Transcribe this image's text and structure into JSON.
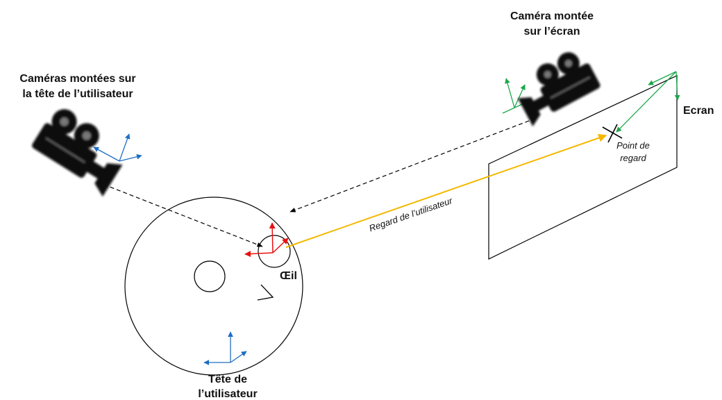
{
  "labels": {
    "head_cameras_line1": "Caméras montées sur",
    "head_cameras_line2": "la tête de l’utilisateur",
    "screen_camera_line1": "Caméra montée",
    "screen_camera_line2": "sur l’écran",
    "screen": "Ecran",
    "gaze_point_line1": "Point de",
    "gaze_point_line2": "regard",
    "user_gaze": "Regard de l’utilisateur",
    "eye": "Œil",
    "head_line1": "Tête de",
    "head_line2": "l’utilisateur"
  },
  "colors": {
    "gaze": "#f5b800",
    "screen_axes": "#1aa84a",
    "head_axes": "#1f6fc4",
    "eye_axes": "#e81010",
    "outline": "#000000"
  },
  "icons": {
    "camera_head": "movie-camera-icon",
    "camera_screen": "movie-camera-icon"
  }
}
